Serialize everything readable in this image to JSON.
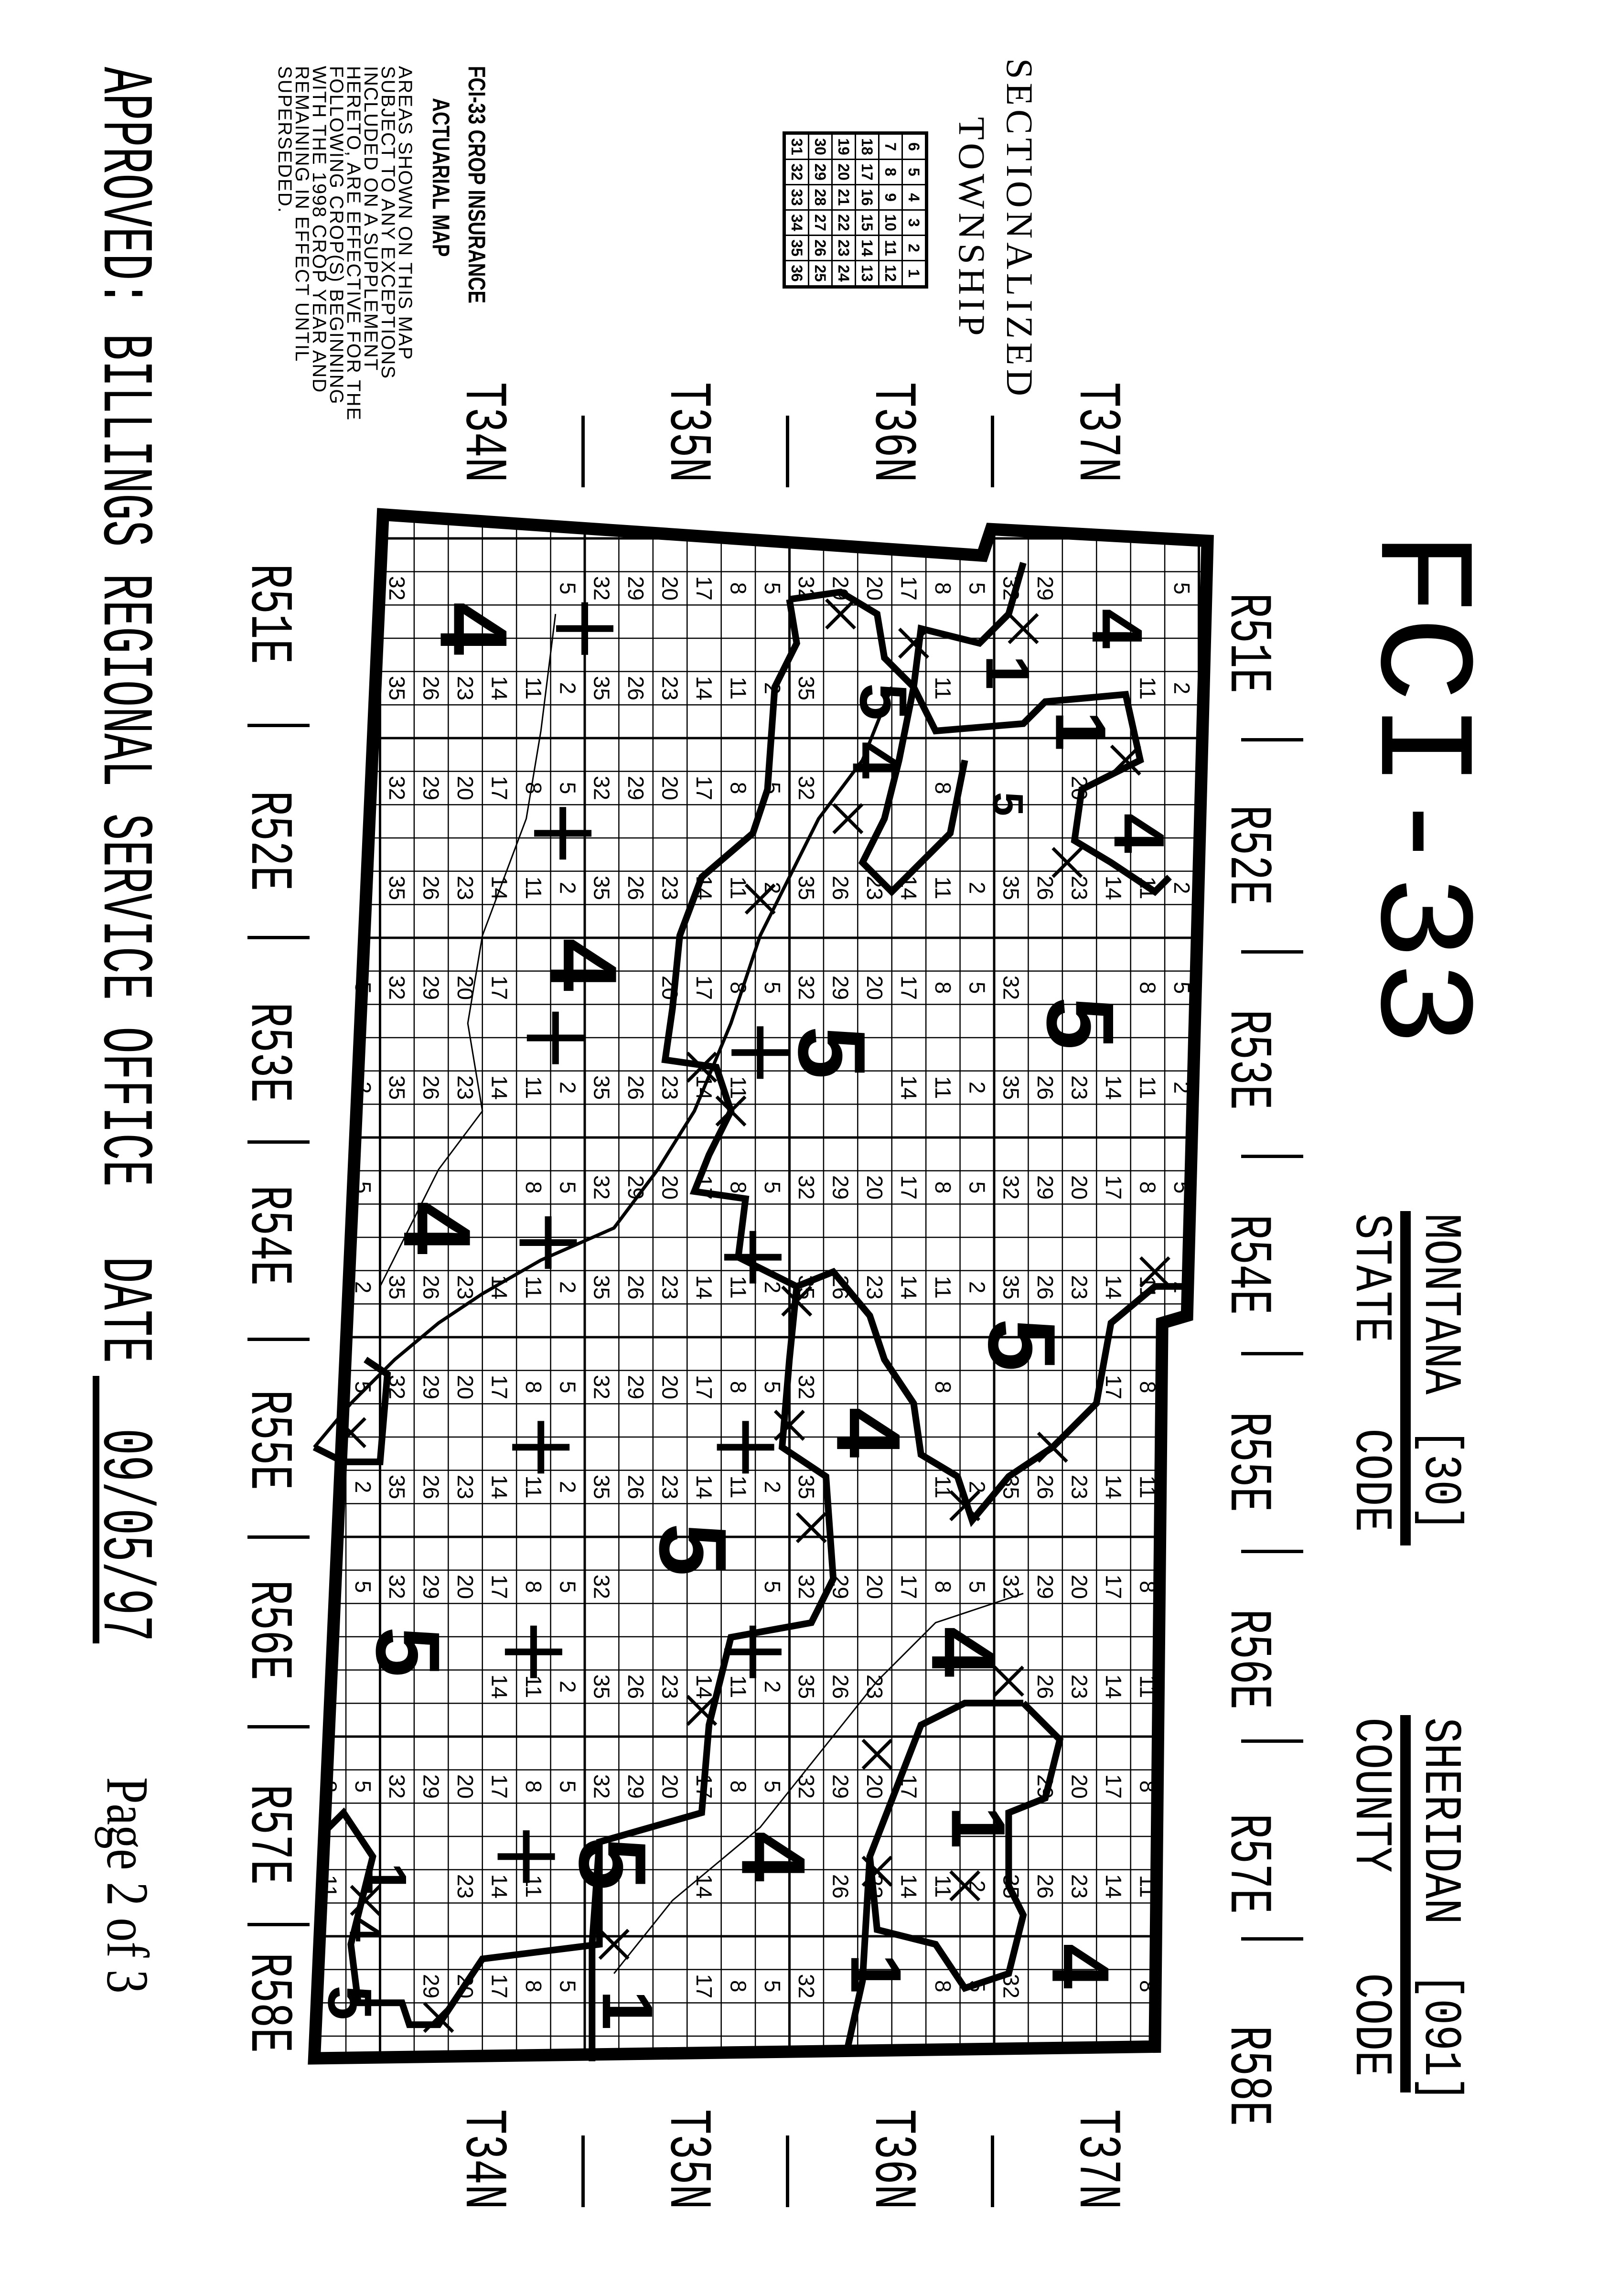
{
  "title": "FCI-33",
  "state": {
    "name": "MONTANA",
    "code": "[30]",
    "label_left": "STATE",
    "label_right": "CODE"
  },
  "county": {
    "name": "SHERIDAN",
    "code": "[091]",
    "label_left": "COUNTY",
    "label_right": "CODE"
  },
  "legend": {
    "heading1": "SECTIONALIZED",
    "heading2": "TOWNSHIP",
    "grid": [
      [
        "6",
        "5",
        "4",
        "3",
        "2",
        "1"
      ],
      [
        "7",
        "8",
        "9",
        "10",
        "11",
        "12"
      ],
      [
        "18",
        "17",
        "16",
        "15",
        "14",
        "13"
      ],
      [
        "19",
        "20",
        "21",
        "22",
        "23",
        "24"
      ],
      [
        "30",
        "29",
        "28",
        "27",
        "26",
        "25"
      ],
      [
        "31",
        "32",
        "33",
        "34",
        "35",
        "36"
      ]
    ]
  },
  "notes": {
    "title": "FCI-33 CROP INSURANCE",
    "subtitle": "ACTUARIAL MAP",
    "lines": [
      "AREAS SHOWN ON THIS MAP",
      "SUBJECT TO ANY EXCEPTIONS",
      "INCLUDED ON A SUPPLEMENT",
      "HERETO, ARE EFFECTIVE FOR THE",
      "FOLLOWING CROP(S) BEGINNING",
      "WITH THE 1998 CROP YEAR AND",
      "REMAINING IN EFFECT UNTIL",
      "SUPERSEDED."
    ]
  },
  "ranges": [
    "R51E",
    "R52E",
    "R53E",
    "R54E",
    "R55E",
    "R56E",
    "R57E",
    "R58E"
  ],
  "townships": [
    "T37N",
    "T36N",
    "T35N",
    "T34N"
  ],
  "zones": [
    "4",
    "4",
    "4",
    "5",
    "5",
    "5",
    "4",
    "5",
    "4",
    "4",
    "5",
    "5",
    "4",
    "1",
    "4",
    "1",
    "5",
    "4",
    "5",
    "1",
    "4",
    "1",
    "1",
    "1",
    "4",
    "5"
  ],
  "footer": {
    "approved": "APPROVED: BILLINGS REGIONAL SERVICE OFFICE",
    "date_label": "DATE",
    "date_value": "09/05/97",
    "page": "Page 2 of 3"
  },
  "colors": {
    "ink": "#000000",
    "paper": "#ffffff"
  }
}
